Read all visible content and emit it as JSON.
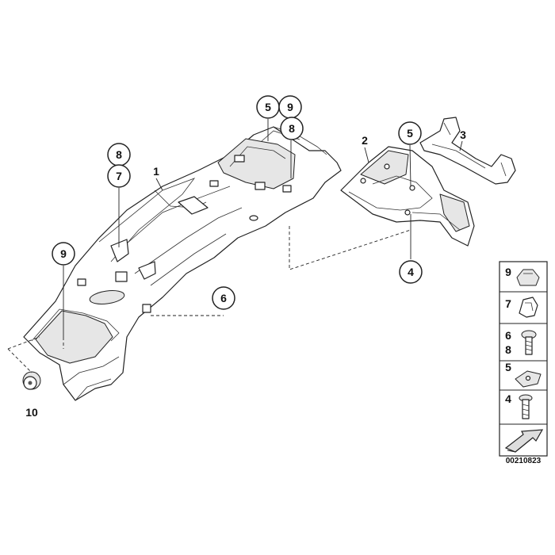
{
  "diagram": {
    "callouts": {
      "c1": "1",
      "c2": "2",
      "c3": "3",
      "c4": "4",
      "c5a": "5",
      "c5b": "5",
      "c6": "6",
      "c7": "7",
      "c8a": "8",
      "c8b": "8",
      "c9a": "9",
      "c9b": "9",
      "c10": "10"
    },
    "legend": {
      "items": [
        "9",
        "7",
        "6",
        "8",
        "5",
        "4"
      ]
    },
    "reference_number": "00210823"
  }
}
